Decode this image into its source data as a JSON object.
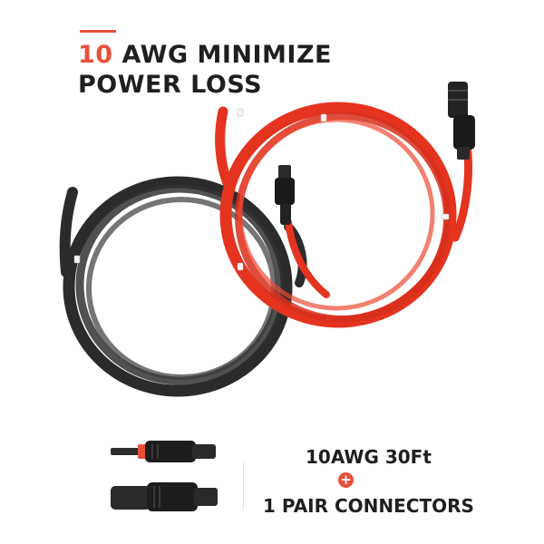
{
  "headline": {
    "number": "10",
    "line1_rest": " AWG MINIMIZE",
    "line2": "POWER LOSS"
  },
  "spec": {
    "line1": "10AWG 30Ft",
    "plus": "+",
    "line2": "1 PAIR CONNECTORS"
  },
  "colors": {
    "accent": "#e8503a",
    "red_cable": "#e43420",
    "black_cable": "#2b2b2b"
  },
  "icons": {
    "red_cable": "red-solar-cable-coil",
    "black_cable": "black-solar-cable-coil",
    "connectors": "mc4-connector-pair"
  }
}
